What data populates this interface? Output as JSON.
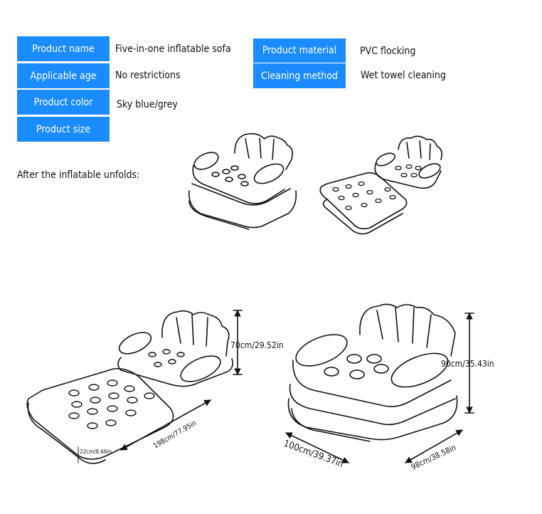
{
  "spec_table": {
    "product_name_label": "Product name",
    "product_name_value": "Five-in-one inflatable sofa",
    "applicable_age_label": "Applicable age",
    "applicable_age_value": "No restrictions",
    "product_color_label": "Product color",
    "product_color_value": "Sky blue/grey",
    "product_size_label": "Product size",
    "product_material_label": "Product material",
    "product_material_value": "PVC flocking",
    "cleaning_method_label": "Cleaning method",
    "cleaning_method_value": "Wet towel cleaning"
  },
  "caption": "After the inflatable unfolds:",
  "dimensions": {
    "height_seat": "70cm/29.52in",
    "length_bed": "198cm/77.95in",
    "thickness_bed": "22cm/8.66in",
    "height_sofa": "90cm/35.43in",
    "width_sofa": "100cm/39.37in",
    "depth_sofa": "98cm/38.58in"
  },
  "colors": {
    "label_bg": "#1a8cff",
    "line": "#111111"
  }
}
